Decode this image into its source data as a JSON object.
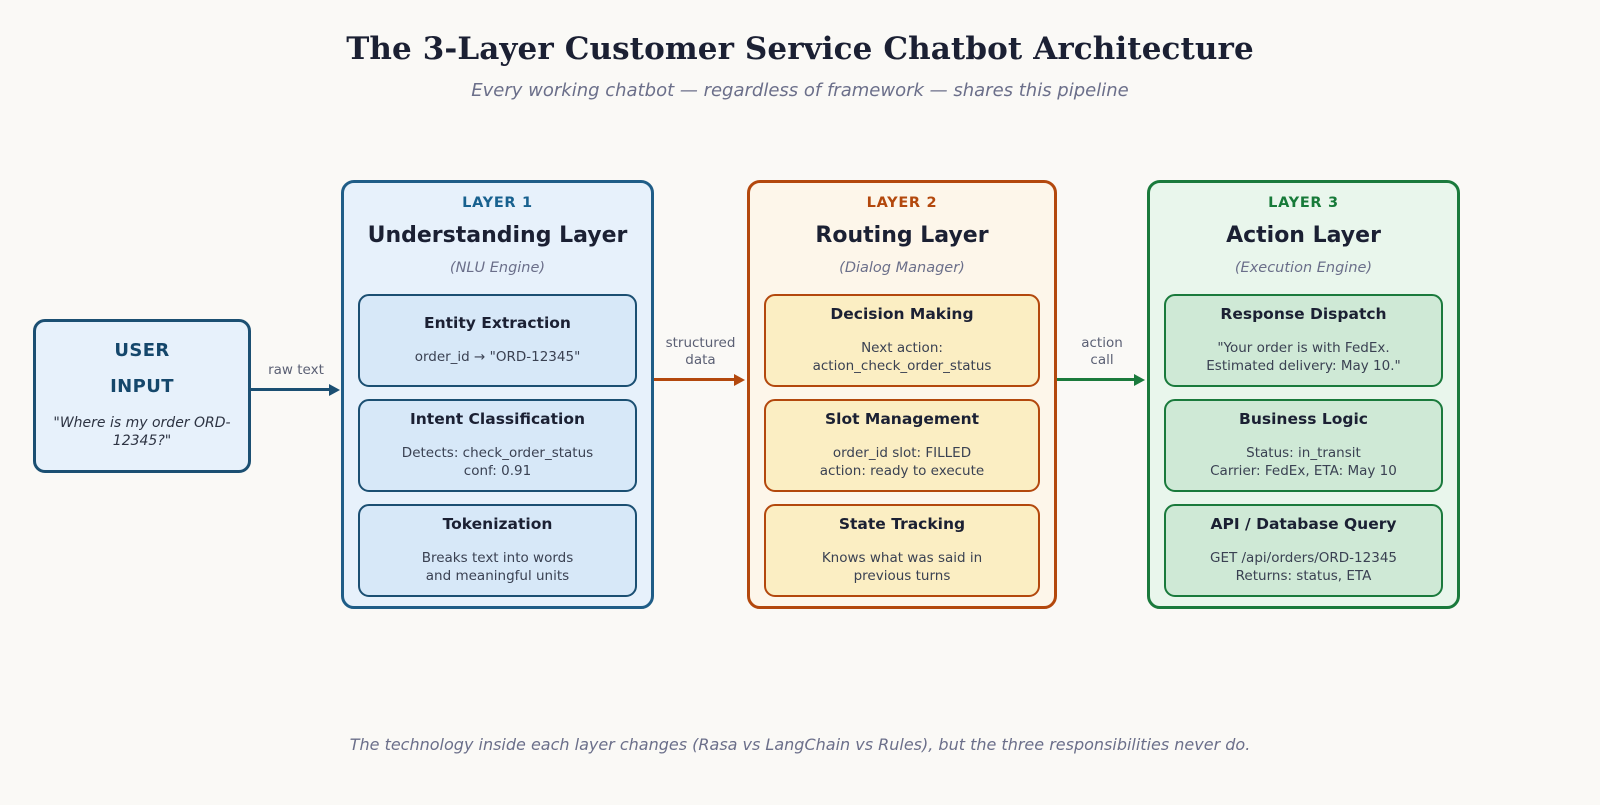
{
  "header": {
    "title": "The 3-Layer Customer Service Chatbot Architecture",
    "subtitle": "Every working chatbot — regardless of framework — shares this pipeline"
  },
  "user_input": {
    "line1": "USER",
    "line2": "INPUT",
    "quote": "\"Where is my\norder ORD-12345?\""
  },
  "arrows": [
    {
      "label": "raw text",
      "color": "#1b4f72"
    },
    {
      "label": "structured\ndata",
      "color": "#b3480d"
    },
    {
      "label": "action\ncall",
      "color": "#1a7a3c"
    }
  ],
  "panels": [
    {
      "eyebrow": "LAYER 1",
      "title": "Understanding Layer",
      "subtitle": "(NLU Engine)",
      "accent": "#1f5d87",
      "fill": "#e7f1fb",
      "cards": [
        {
          "title": "Entity Extraction",
          "body": "order_id → \"ORD-12345\""
        },
        {
          "title": "Intent Classification",
          "body": "Detects: check_order_status\nconf: 0.91"
        },
        {
          "title": "Tokenization",
          "body": "Breaks text into words\nand meaningful units"
        }
      ]
    },
    {
      "eyebrow": "LAYER 2",
      "title": "Routing Layer",
      "subtitle": "(Dialog Manager)",
      "accent": "#b3480d",
      "fill": "#fdf6ea",
      "cards": [
        {
          "title": "Decision Making",
          "body": "Next action:\naction_check_order_status"
        },
        {
          "title": "Slot Management",
          "body": "order_id slot: FILLED\naction: ready to execute"
        },
        {
          "title": "State Tracking",
          "body": "Knows what was said in\nprevious turns"
        }
      ]
    },
    {
      "eyebrow": "LAYER 3",
      "title": "Action Layer",
      "subtitle": "(Execution Engine)",
      "accent": "#1a7a3c",
      "fill": "#e9f6ec",
      "cards": [
        {
          "title": "Response Dispatch",
          "body": "\"Your order is with FedEx.\nEstimated delivery: May 10.\""
        },
        {
          "title": "Business Logic",
          "body": "Status: in_transit\nCarrier: FedEx, ETA: May 10"
        },
        {
          "title": "API / Database Query",
          "body": "GET /api/orders/ORD-12345\nReturns: status, ETA"
        }
      ]
    }
  ],
  "footer": {
    "text": "The technology inside each layer changes (Rasa vs LangChain vs Rules), but the three responsibilities never do."
  }
}
